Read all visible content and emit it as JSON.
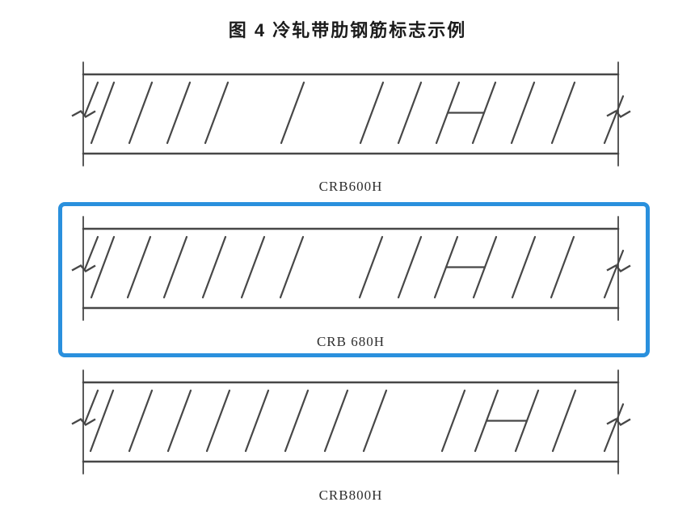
{
  "title": "图 4  冷轧带肋钢筋标志示例",
  "figure": {
    "stroke_color": "#474747",
    "label_color": "#2e2e2e",
    "highlight": {
      "color": "#2a90dd",
      "target_label": "CRB 680H"
    },
    "bars": [
      {
        "label": "CRB600H",
        "grade": "CRB600H",
        "highlighted": false,
        "broken_ends": true,
        "slashes": [
          10,
          57,
          104,
          151,
          245,
          343,
          390,
          437,
          482,
          530,
          580
        ],
        "h_between": [
          7,
          8
        ]
      },
      {
        "label": "CRB 680H",
        "grade": "CRB680H",
        "highlighted": true,
        "broken_ends": true,
        "slashes": [
          10,
          55,
          100,
          148,
          196,
          244,
          342,
          390,
          435,
          483,
          531,
          579
        ],
        "h_between": [
          8,
          9
        ]
      },
      {
        "label": "CRB800H",
        "grade": "CRB800H",
        "highlighted": false,
        "broken_ends": true,
        "slashes": [
          9,
          57,
          105,
          153,
          201,
          250,
          299,
          347,
          444,
          485,
          535,
          581
        ],
        "h_between": [
          9,
          10
        ]
      }
    ]
  }
}
